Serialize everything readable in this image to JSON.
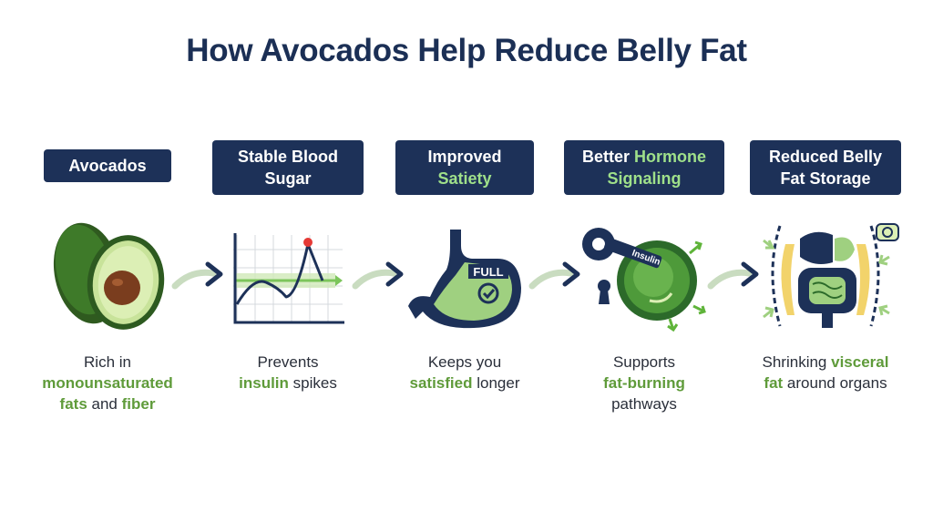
{
  "title": "How Avocados Help Reduce Belly Fat",
  "colors": {
    "navy": "#1d3158",
    "green": "#5f9b3a",
    "light_green": "#9fe08a"
  },
  "steps": [
    {
      "label_line1": "Avocados",
      "label_line1_green": "",
      "label_line2": "",
      "label_line2_green": "",
      "desc_line1_a": "Rich in",
      "desc_line1_b": "",
      "desc_line2_a": "",
      "desc_line2_b": "monounsaturated",
      "desc_line3_a": "",
      "desc_line3_b": "fats",
      "desc_line3_c": " and ",
      "desc_line3_d": "fiber",
      "icon": "avocado-icon"
    },
    {
      "label_line1": "Stable Blood",
      "label_line1_green": "",
      "label_line2": "Sugar",
      "label_line2_green": "",
      "desc_line1_a": "Prevents",
      "desc_line1_b": "",
      "desc_line2_a": " spikes",
      "desc_line2_b": "insulin",
      "icon": "blood-sugar-chart-icon"
    },
    {
      "label_line1": "Improved",
      "label_line1_green": "",
      "label_line2": "",
      "label_line2_green": "Satiety",
      "desc_line1_a": "Keeps you",
      "desc_line1_b": "",
      "desc_line2_a": " longer",
      "desc_line2_b": "satisfied",
      "icon": "full-stomach-icon",
      "icon_text": "FULL"
    },
    {
      "label_line1": "Better ",
      "label_line1_green": "Hormone",
      "label_line2": "",
      "label_line2_green": "Signaling",
      "desc_line1_a": "Supports",
      "desc_line1_b": "",
      "desc_line2_a": "",
      "desc_line2_b": "fat-burning",
      "desc_line3_a": "pathways",
      "icon": "insulin-key-cell-icon",
      "icon_text": "Insulin"
    },
    {
      "label_line1": "Reduced Belly",
      "label_line1_green": "",
      "label_line2": "Fat Storage",
      "label_line2_green": "",
      "desc_line1_a": "Shrinking ",
      "desc_line1_b": "visceral",
      "desc_line2_a": " around organs",
      "desc_line2_b": "fat",
      "icon": "organs-visceral-fat-icon"
    }
  ]
}
